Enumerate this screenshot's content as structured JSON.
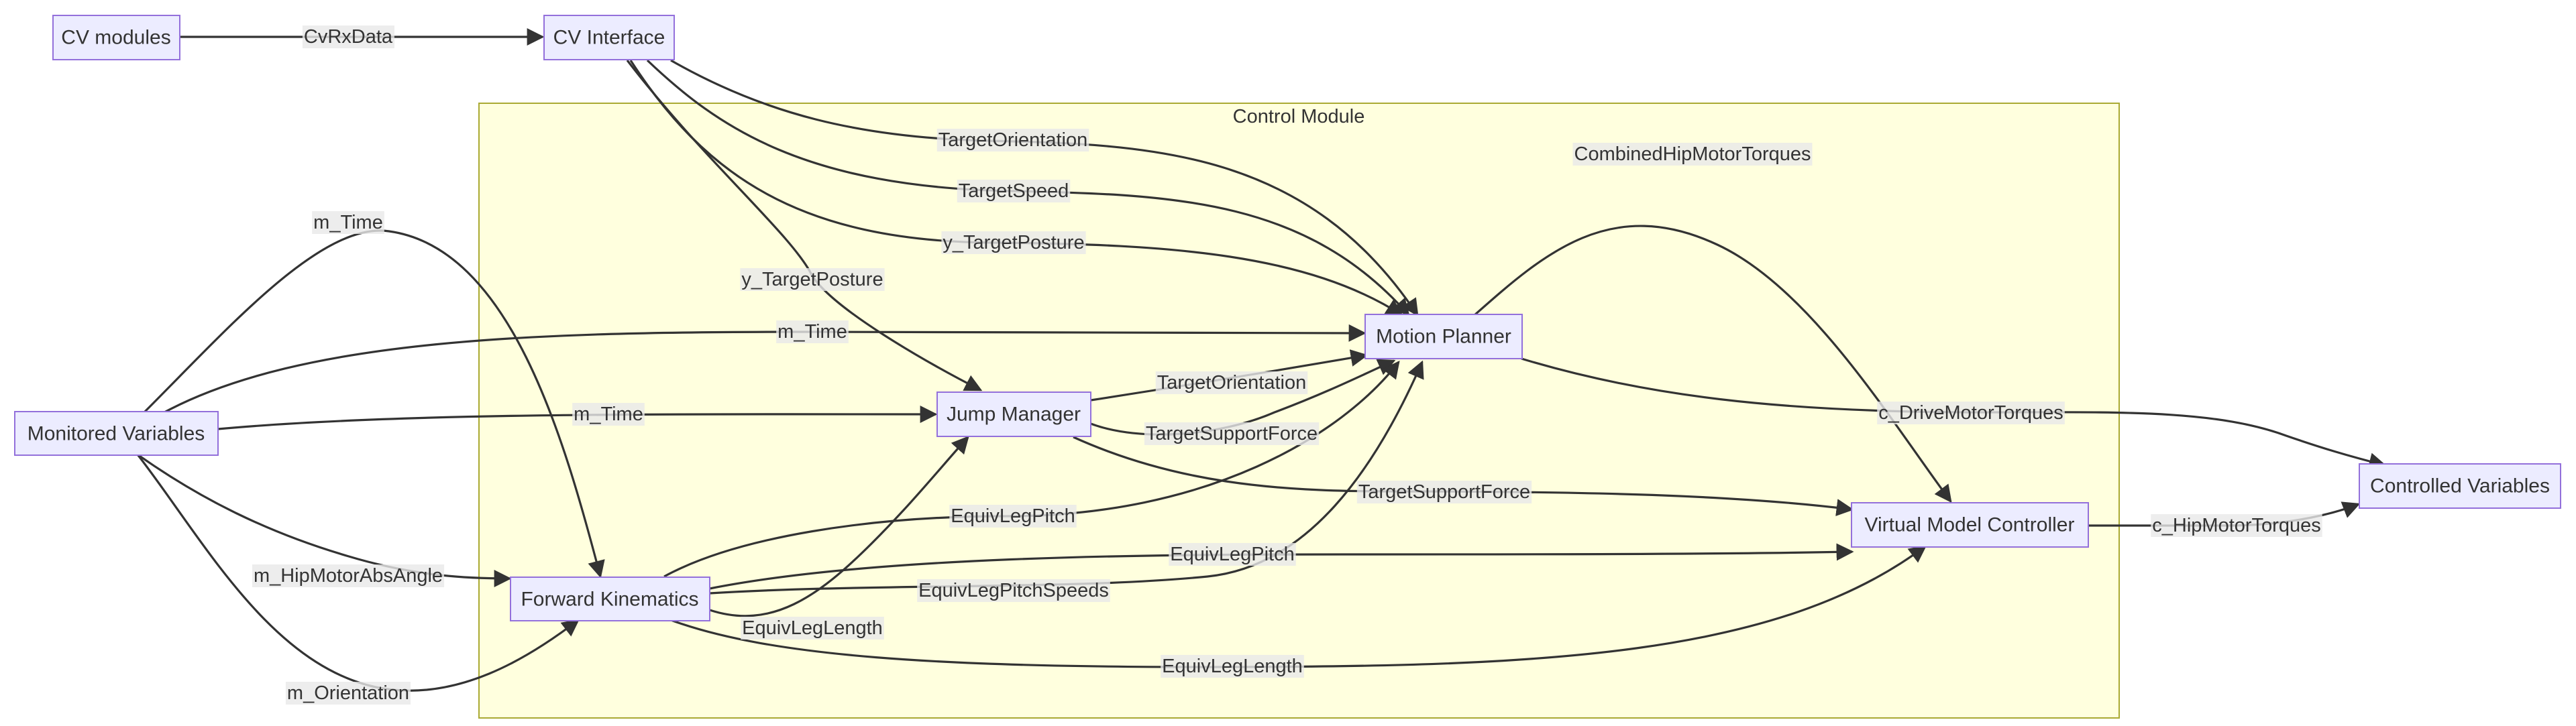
{
  "diagram": {
    "cluster": {
      "label": "Control Module"
    },
    "nodes": {
      "cv_modules": "CV modules",
      "cv_interface": "CV Interface",
      "monitored_variables": "Monitored Variables",
      "motion_planner": "Motion Planner",
      "jump_manager": "Jump Manager",
      "forward_kinematics": "Forward Kinematics",
      "virtual_model_controller": "Virtual Model Controller",
      "controlled_variables": "Controlled Variables"
    },
    "edges": [
      {
        "from": "cv_modules",
        "to": "cv_interface",
        "label": "CvRxData"
      },
      {
        "from": "cv_interface",
        "to": "motion_planner",
        "label": "TargetOrientation"
      },
      {
        "from": "cv_interface",
        "to": "motion_planner",
        "label": "TargetSpeed"
      },
      {
        "from": "cv_interface",
        "to": "motion_planner",
        "label": "y_TargetPosture"
      },
      {
        "from": "cv_interface",
        "to": "jump_manager",
        "label": "y_TargetPosture"
      },
      {
        "from": "monitored_variables",
        "to": "forward_kinematics",
        "label": "m_Time"
      },
      {
        "from": "monitored_variables",
        "to": "motion_planner",
        "label": "m_Time"
      },
      {
        "from": "monitored_variables",
        "to": "jump_manager",
        "label": "m_Time"
      },
      {
        "from": "monitored_variables",
        "to": "forward_kinematics",
        "label": "m_HipMotorAbsAngle"
      },
      {
        "from": "monitored_variables",
        "to": "forward_kinematics",
        "label": "m_Orientation"
      },
      {
        "from": "motion_planner",
        "to": "virtual_model_controller",
        "label": "CombinedHipMotorTorques"
      },
      {
        "from": "motion_planner",
        "to": "controlled_variables",
        "label": "c_DriveMotorTorques"
      },
      {
        "from": "jump_manager",
        "to": "motion_planner",
        "label": "TargetOrientation"
      },
      {
        "from": "jump_manager",
        "to": "motion_planner",
        "label": "TargetSupportForce"
      },
      {
        "from": "jump_manager",
        "to": "virtual_model_controller",
        "label": "TargetSupportForce"
      },
      {
        "from": "forward_kinematics",
        "to": "motion_planner",
        "label": "EquivLegPitch"
      },
      {
        "from": "forward_kinematics",
        "to": "virtual_model_controller",
        "label": "EquivLegPitch"
      },
      {
        "from": "forward_kinematics",
        "to": "motion_planner",
        "label": "EquivLegPitchSpeeds"
      },
      {
        "from": "forward_kinematics",
        "to": "jump_manager",
        "label": "EquivLegLength"
      },
      {
        "from": "forward_kinematics",
        "to": "virtual_model_controller",
        "label": "EquivLegLength"
      },
      {
        "from": "virtual_model_controller",
        "to": "controlled_variables",
        "label": "c_HipMotorTorques"
      }
    ]
  }
}
